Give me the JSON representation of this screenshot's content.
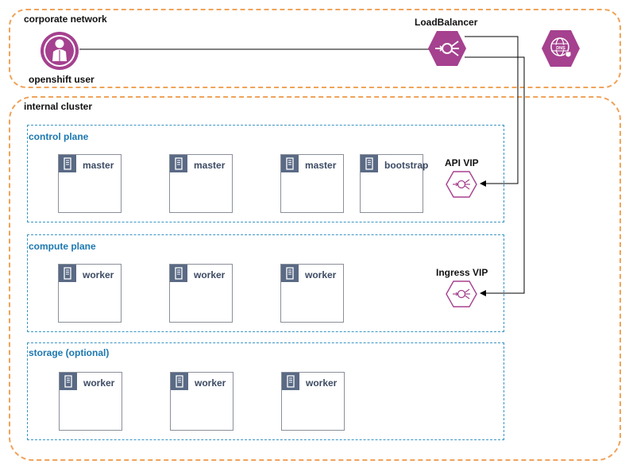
{
  "zones": {
    "corporate": "corporate network",
    "internal": "internal cluster"
  },
  "planes": {
    "control": "control plane",
    "compute": "compute plane",
    "storage": "storage (optional)"
  },
  "nodes": {
    "control": [
      "master",
      "master",
      "master",
      "bootstrap"
    ],
    "compute": [
      "worker",
      "worker",
      "worker"
    ],
    "storage": [
      "worker",
      "worker",
      "worker"
    ]
  },
  "labels": {
    "user": "openshift user",
    "load_balancer": "LoadBalancer",
    "api_vip": "API VIP",
    "ingress_vip": "Ingress VIP",
    "dns_text": "DNS"
  },
  "colors": {
    "zone_border": "#f0a35a",
    "plane_border": "#3a95c4",
    "plane_label": "#1c78b0",
    "accent_purple": "#a5418f",
    "node_tag": "#5a6a85"
  },
  "icons": {
    "user": "user-icon",
    "load_balancer": "load-balancer-icon",
    "dns": "dns-icon",
    "vip": "vip-icon",
    "server": "server-icon"
  }
}
